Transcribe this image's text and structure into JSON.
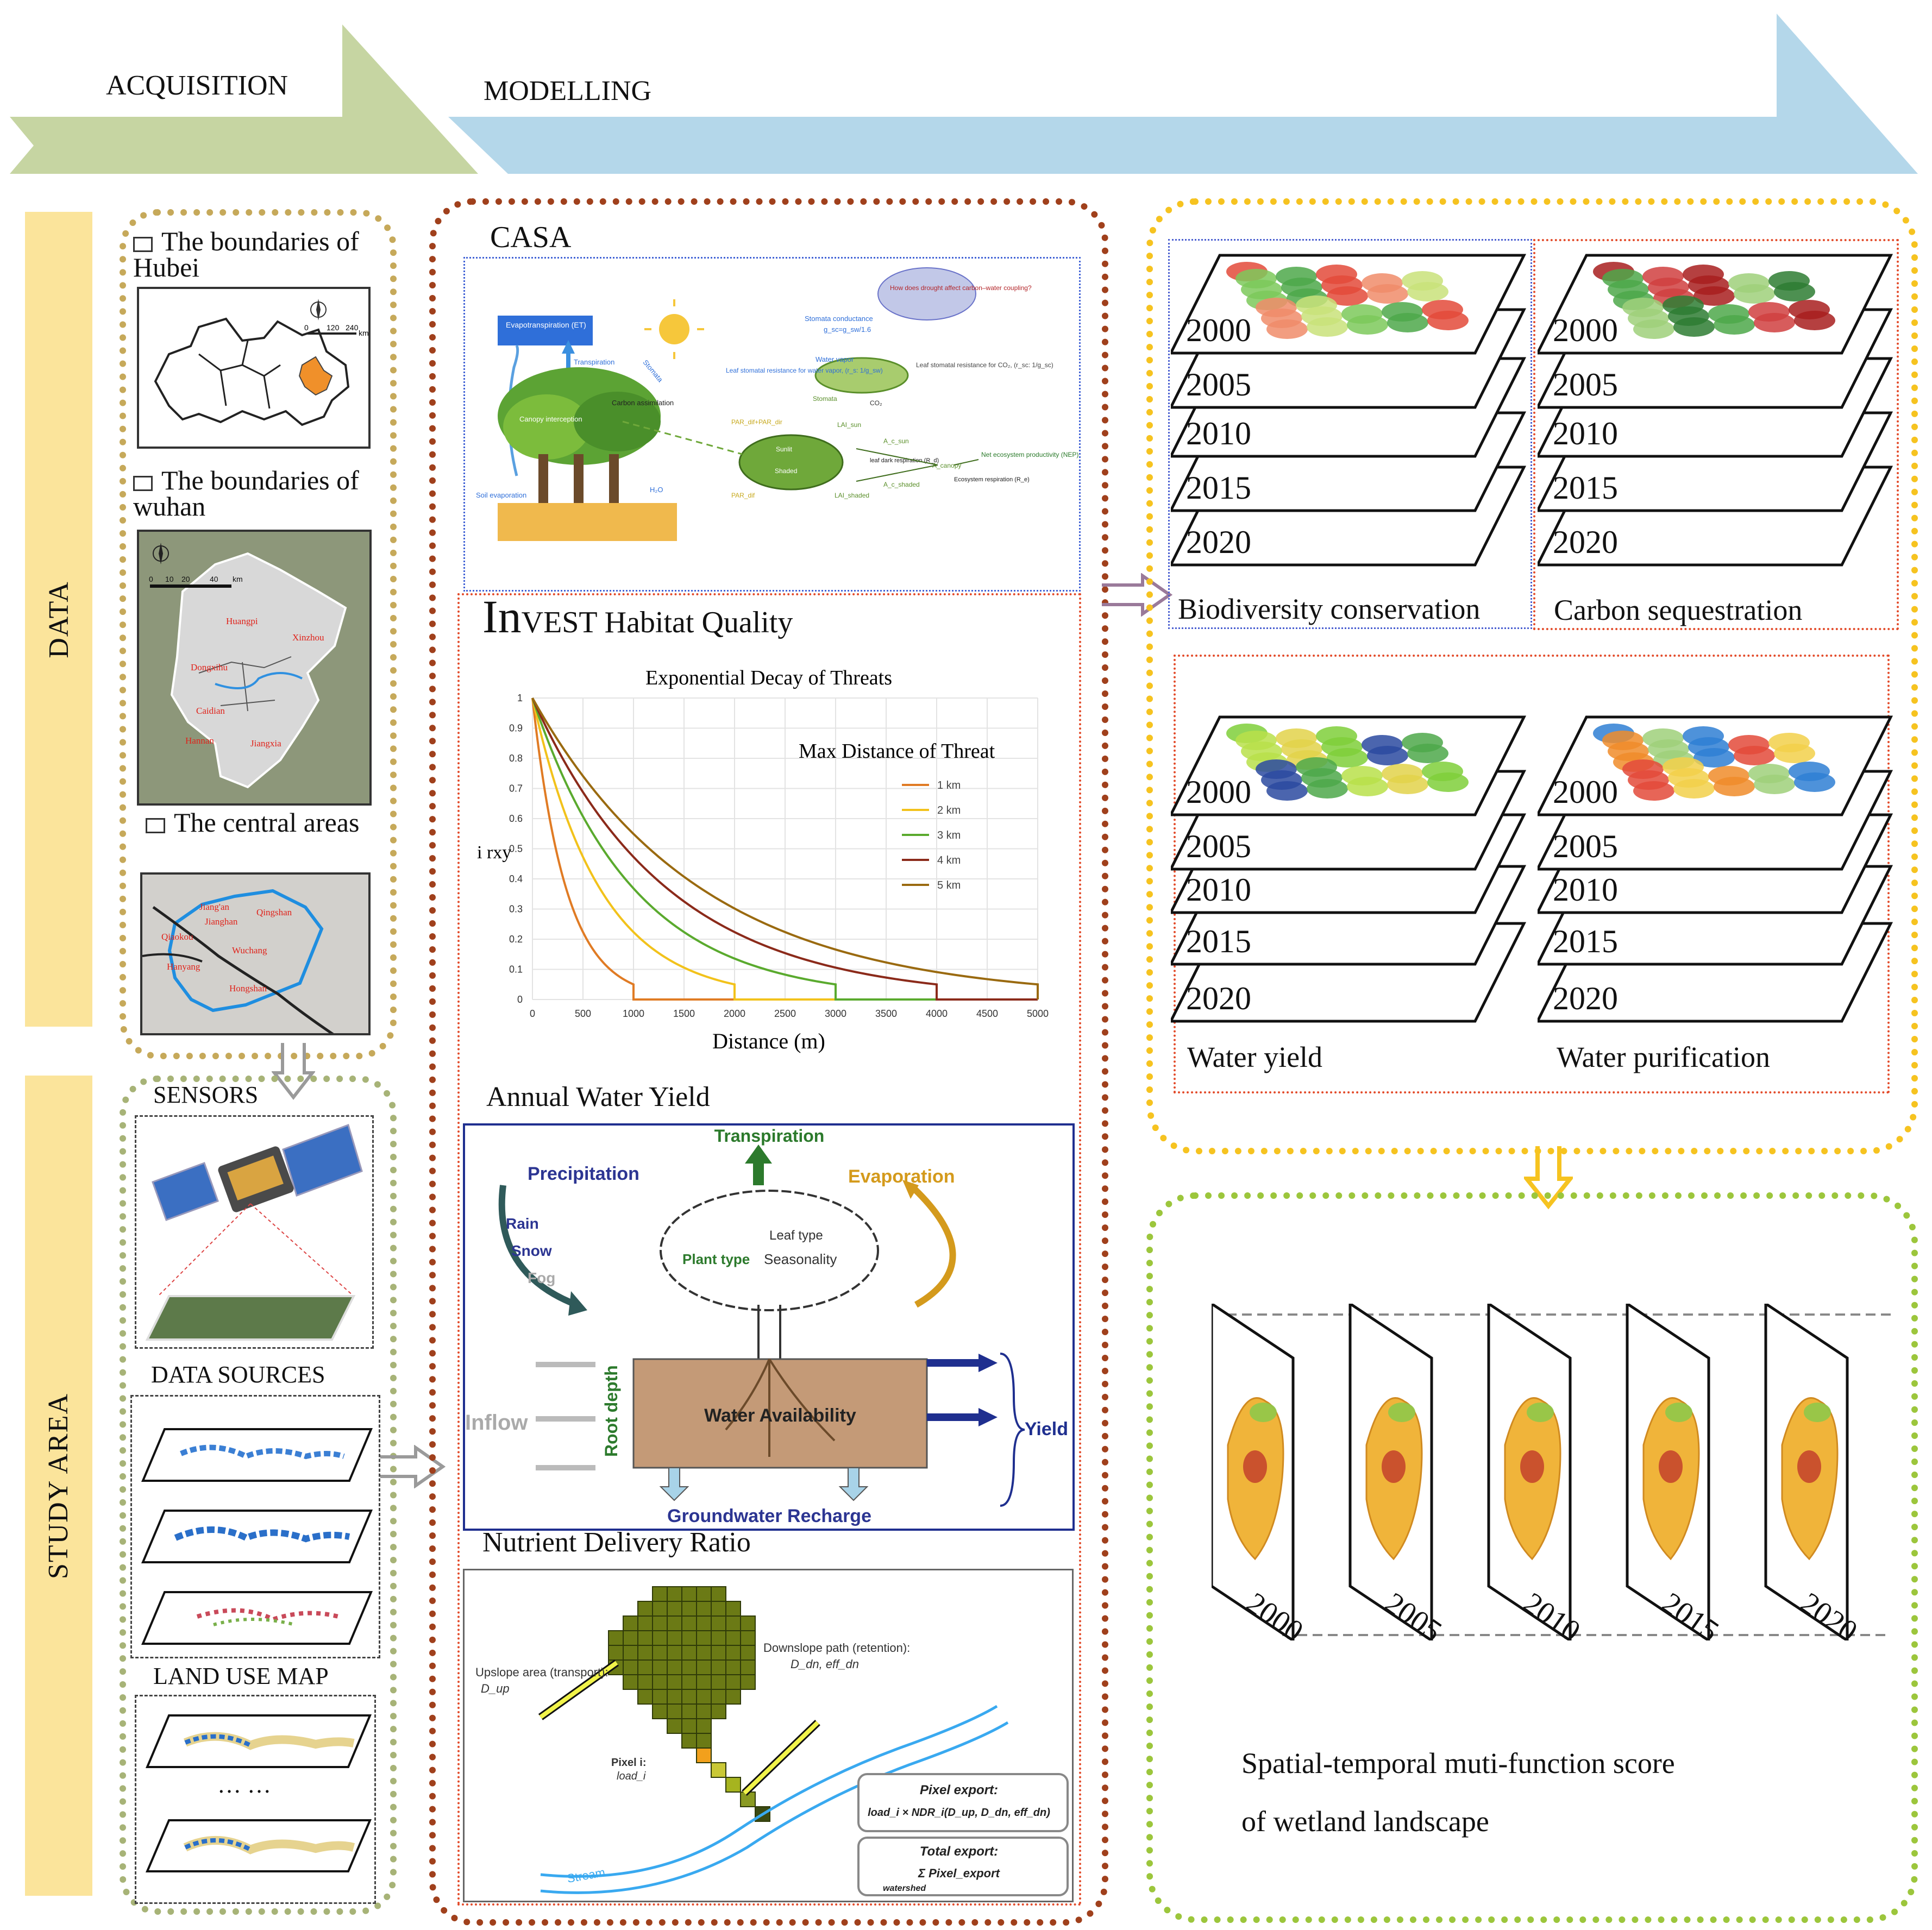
{
  "banner": {
    "acquisition": "ACQUISITION",
    "modelling": "MODELLING"
  },
  "side_labels": {
    "data": "DATA",
    "study_area": "STUDY AREA"
  },
  "data_panel": {
    "hubei_label": "The boundaries of Hubei",
    "wuhan_label": "The boundaries of wuhan",
    "central_label": "The central areas",
    "wuhan_districts": [
      "Huangpi",
      "Xinzhou",
      "Dongxihu",
      "Caidian",
      "Hannan",
      "Jiangxia"
    ],
    "central_districts": [
      "Jiang'an",
      "Qingshan",
      "Jianghan",
      "Qiaokou",
      "Wuchang",
      "Hanyang",
      "Hongshan"
    ],
    "scale_hubei": [
      "0",
      "120",
      "240",
      "km"
    ],
    "scale_wuhan": [
      "0",
      "10",
      "20",
      "40",
      "km"
    ]
  },
  "study_panel": {
    "sensors": "SENSORS",
    "data_sources": "DATA SOURCES",
    "land_use_map": "LAND USE MAP",
    "ellipsis": "… …"
  },
  "models": {
    "casa": {
      "title": "CASA",
      "labels": {
        "et": "Evapotranspiration (ET)",
        "transpiration": "Transpiration",
        "stomata": "Stomata",
        "canopy": "Canopy interception",
        "carbon": "Carbon assimilation",
        "soil": "Soil evaporation",
        "h2o": "H₂O",
        "question": "How does drought affect carbon–water coupling?",
        "conductance": "Stomata conductance",
        "conductance_eq": "g_sc=g_sw/1.6",
        "water_vapor": "Water vapor",
        "leaf_water": "Leaf stomatal resistance for water vapor, (r_s: 1/g_sw)",
        "leaf_co2": "Leaf stomatal resistance for CO₂, (r_sc: 1/g_sc)",
        "co2": "CO₂",
        "par": "PAR_dif+PAR_dir",
        "par_dif": "PAR_dif",
        "sunlit": "Sunlit",
        "shaded": "Shaded",
        "lai_sun": "LAI_sun",
        "lai_shaded": "LAI_shaded",
        "a_sun": "A_c_sun",
        "a_shaded": "A_c_shaded",
        "a_canopy": "A_canopy",
        "leaf_dark": "leaf dark respiration (R_d)",
        "nep": "Net ecosystem productivity (NEP)",
        "eco_resp": "Ecosystem respiration (R_e)"
      }
    },
    "invest": {
      "title_big": "In",
      "title_rest": "VEST Habitat Quality"
    },
    "water_yield": {
      "title": "Annual Water Yield",
      "labels": {
        "transpiration": "Transpiration",
        "precipitation": "Precipitation",
        "evaporation": "Evaporation",
        "rain": "Rain",
        "snow": "Snow",
        "fog": "Fog",
        "leaf_type": "Leaf type",
        "plant_type": "Plant type",
        "seasonality": "Seasonality",
        "inflow": "Inflow",
        "root_depth": "Root depth",
        "water_availability": "Water Availability",
        "yield": "Yield",
        "groundwater": "Groundwater Recharge"
      }
    },
    "ndr": {
      "title": "Nutrient Delivery Ratio",
      "labels": {
        "upslope": "Upslope area (transport):",
        "d_up": "D_up",
        "downslope": "Downslope path (retention):",
        "d_dn": "D_dn, eff_dn",
        "pixel_i": "Pixel i:",
        "load_i": "load_i",
        "stream": "Stream",
        "pixel_export_title": "Pixel export:",
        "pixel_export_formula": "load_i × NDR_i(D_up, D_dn, eff_dn)",
        "total_export_title": "Total export:",
        "total_export_formula": "Σ Pixel_export",
        "watershed": "watershed"
      }
    }
  },
  "chart_data": {
    "type": "line",
    "title": "Exponential Decay of Threats",
    "legend_title": "Max Distance of Threat",
    "xlabel": "Distance (m)",
    "ylabel": "i rxy",
    "xlim": [
      0,
      5000
    ],
    "ylim": [
      0,
      1
    ],
    "x_ticks": [
      "0",
      "500",
      "1000",
      "1500",
      "2000",
      "2500",
      "3000",
      "3500",
      "4000",
      "4500",
      "5000"
    ],
    "y_ticks": [
      "0",
      "0.1",
      "0.2",
      "0.3",
      "0.4",
      "0.5",
      "0.6",
      "0.7",
      "0.8",
      "0.9",
      "1"
    ],
    "series": [
      {
        "name": "1 km",
        "color": "#e07b24",
        "max_distance": 1000
      },
      {
        "name": "2 km",
        "color": "#f2c21b",
        "max_distance": 2000
      },
      {
        "name": "3 km",
        "color": "#5aaa2e",
        "max_distance": 3000
      },
      {
        "name": "4 km",
        "color": "#8b2a1a",
        "max_distance": 4000
      },
      {
        "name": "5 km",
        "color": "#9a6a10",
        "max_distance": 5000
      }
    ],
    "grid": true,
    "legend_position": "right"
  },
  "outputs": {
    "years": [
      "2000",
      "2005",
      "2010",
      "2015",
      "2020"
    ],
    "biodiversity": "Biodiversity conservation",
    "carbon": "Carbon sequestration",
    "water_yield": "Water yield",
    "water_purification": "Water purification"
  },
  "final": {
    "years": [
      "2000",
      "2005",
      "2010",
      "2015",
      "2020"
    ],
    "caption_line1": "Spatial-temporal muti-function score",
    "caption_line2": "of wetland landscape"
  },
  "colors": {
    "acquisition": "#c6d5a2",
    "modelling": "#b4d7ea",
    "side_label": "#fbe49b",
    "data_border": "#c6a95a",
    "study_border": "#a7b377",
    "model_border": "#a0401c",
    "output_border": "#f6c320",
    "final_border": "#9cc63c"
  }
}
